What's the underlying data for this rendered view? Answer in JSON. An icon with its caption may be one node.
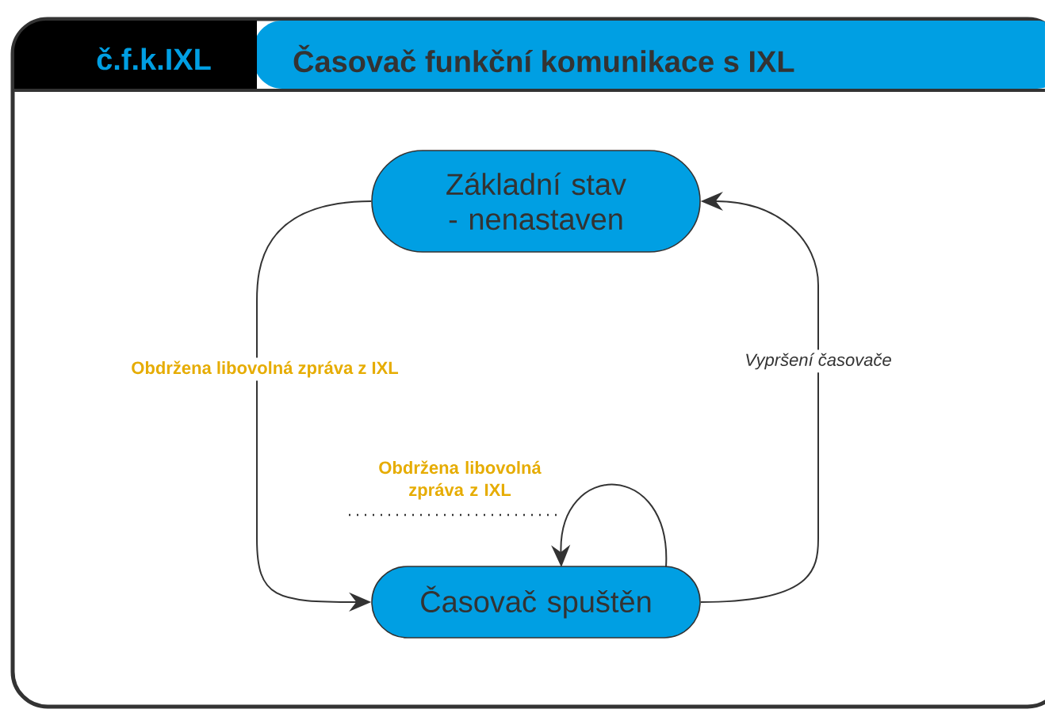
{
  "diagram": {
    "title": "Časovač funkční komunikace s IXL",
    "nodes": [
      {
        "text": [
          "Základní stav - nenastaven"
        ]
      },
      {
        "text": [
          "Časovač spuštěn"
        ]
      }
    ],
    "edges": [
      {
        "from": 0,
        "to": 1,
        "arrow": "to",
        "label": "Obdržena libovolná zpráva z IXL"
      },
      {
        "from": 1,
        "to": 0,
        "arrow": "to",
        "label": "Vypršení časovače"
      },
      {
        "from": 1,
        "to": 1,
        "arrow": "to",
        "label": "Obdržena libovolná zpráva z IXL"
      }
    ],
    "labels": [
      "č.f.k.IXL"
    ]
  }
}
